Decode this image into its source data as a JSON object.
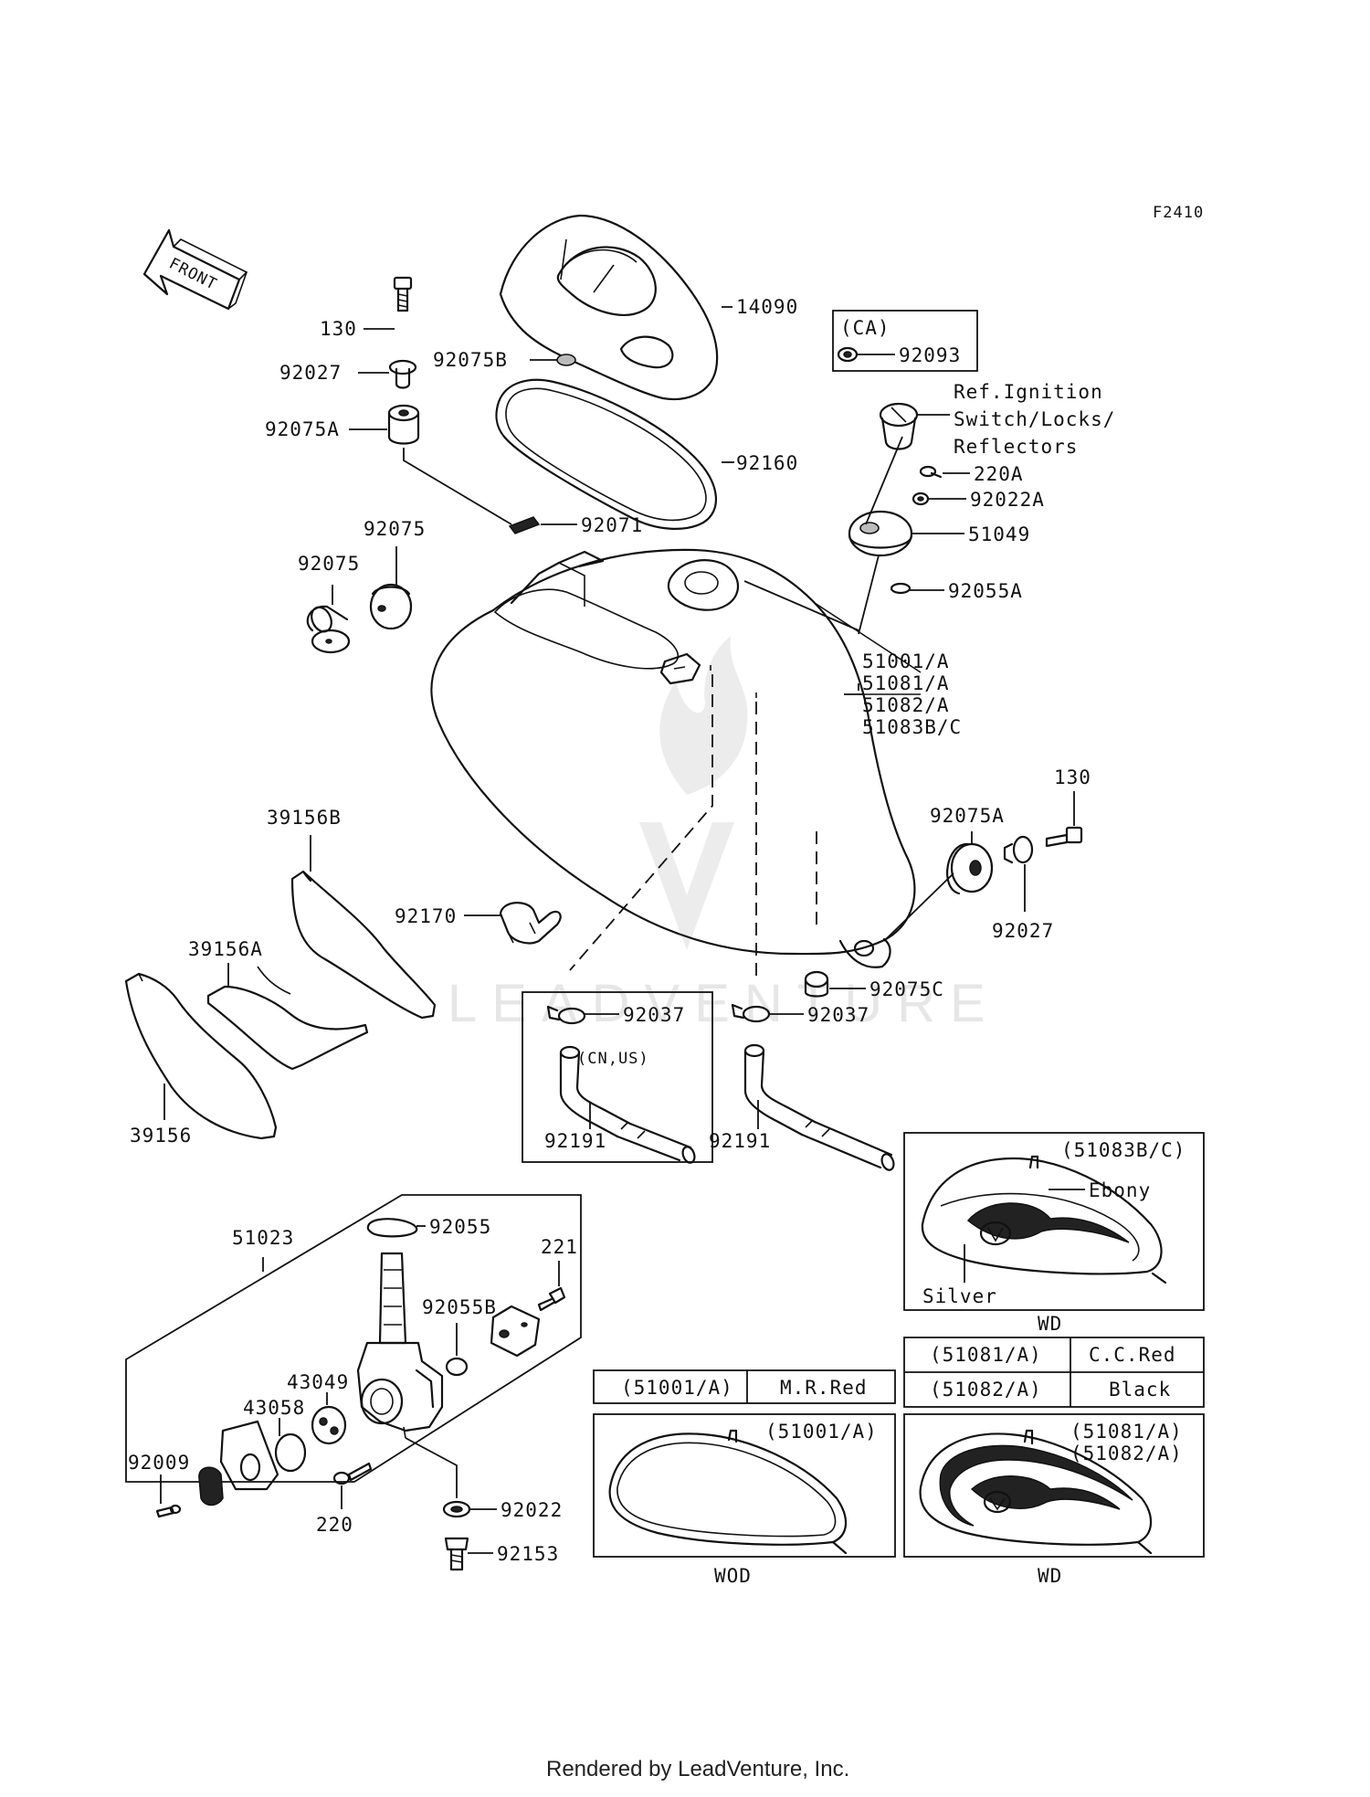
{
  "figure_code": "F2410",
  "front_label": "FRONT",
  "watermark": "LEADVENTURE",
  "footer": "Rendered by LeadVenture, Inc.",
  "callouts": {
    "p14090": "14090",
    "p130_top": "130",
    "p92027_top": "92027",
    "p92075B": "92075B",
    "p92075A_top": "92075A",
    "p92160": "92160",
    "p92071": "92071",
    "p92075_a": "92075",
    "p92075_b": "92075",
    "p92093": "92093",
    "ca": "(CA)",
    "ref_line1": "Ref.Ignition",
    "ref_line2": "Switch/Locks/",
    "ref_line3": "Reflectors",
    "p220A": "220A",
    "p92022A": "92022A",
    "p51049": "51049",
    "p92055A": "92055A",
    "tank_1": "51001/A",
    "tank_2": "51081/A",
    "tank_3": "51082/A",
    "tank_4": "51083B/C",
    "p130_right": "130",
    "p92075A_right": "92075A",
    "p92027_right": "92027",
    "p92075C": "92075C",
    "p39156B": "39156B",
    "p39156A": "39156A",
    "p39156": "39156",
    "p92170": "92170",
    "p92037_left": "92037",
    "p92037_right": "92037",
    "cn_us": "(CN,US)",
    "p92191_left": "92191",
    "p92191_right": "92191",
    "p51023": "51023",
    "p92055": "92055",
    "p221": "221",
    "p92055B": "92055B",
    "p43049": "43049",
    "p43058": "43058",
    "p92009": "92009",
    "p220": "220",
    "p92022": "92022",
    "p92153": "92153"
  },
  "color_tables": {
    "t51001": {
      "code": "(51001/A)",
      "color": "M.R.Red"
    },
    "t51081": {
      "code": "(51081/A)",
      "color": "C.C.Red"
    },
    "t51082": {
      "code": "(51082/A)",
      "color": "Black"
    }
  },
  "variants": {
    "v51083": {
      "code": "(51083B/C)",
      "label_top": "Ebony",
      "label_bottom": "Silver",
      "caption": "WD"
    },
    "v51001": {
      "code": "(51001/A)",
      "caption": "WOD"
    },
    "v51081": {
      "code_1": "(51081/A)",
      "code_2": "(51082/A)",
      "caption": "WD"
    }
  }
}
